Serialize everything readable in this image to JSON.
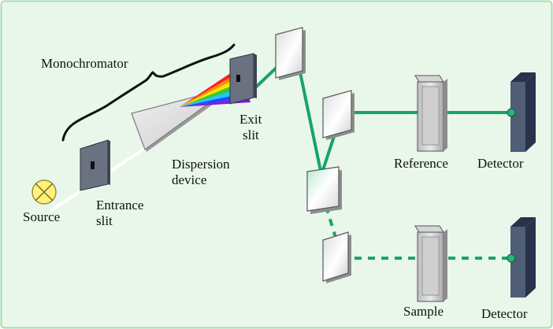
{
  "labels": {
    "monochromator": "Monochromator",
    "exit_slit_1": "Exit",
    "exit_slit_2": "slit",
    "dispersion_1": "Dispersion",
    "dispersion_2": "device",
    "entrance_1": "Entrance",
    "entrance_2": "slit",
    "source": "Source",
    "reference": "Reference",
    "detector_top": "Detector",
    "sample": "Sample",
    "detector_bottom": "Detector"
  },
  "colors": {
    "background": "#e8f7ea",
    "border": "#a6dbb0",
    "beam": "#18a36a",
    "white_light": "#ffffff",
    "source_fill": "#fff27a",
    "slit_plate": "#6a7282",
    "detector_front": "#4f5d75",
    "detector_side": "#26334a"
  }
}
